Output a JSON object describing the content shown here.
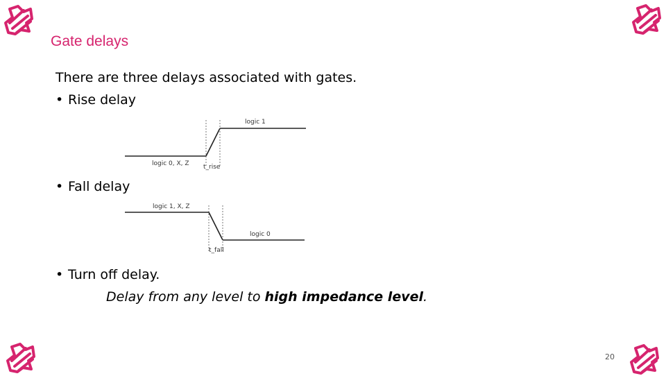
{
  "slide": {
    "title": "Gate delays",
    "intro": "There are three delays associated with gates.",
    "bullets": [
      {
        "marker": "•",
        "text": "Rise delay"
      },
      {
        "marker": "•",
        "text": "Fall delay"
      },
      {
        "marker": "•",
        "text": "Turn off delay."
      }
    ],
    "turn_off_detail": {
      "prefix": "Delay from any level to ",
      "emphasis": "high impedance level",
      "suffix": "."
    },
    "rise_diagram": {
      "high_label": "logic 1",
      "low_label": "logic 0, X, Z",
      "time_label": "t_rise"
    },
    "fall_diagram": {
      "high_label": "logic 1, X, Z",
      "low_label": "logic 0",
      "time_label": "t_fall"
    },
    "page_number": "20"
  },
  "colors": {
    "accent": "#d6246e",
    "text": "#000000",
    "waveform": "#222222"
  },
  "icons": {
    "corner_logo": "pink-emblem-icon"
  }
}
